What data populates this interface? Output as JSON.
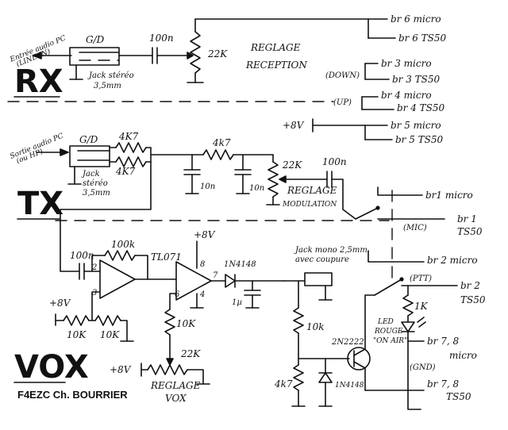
{
  "sections": {
    "rx": "RX",
    "tx": "TX",
    "vox": "VOX"
  },
  "author": "F4EZC Ch. BOURRIER",
  "rx": {
    "input_label_1": "Entrée audio PC",
    "input_label_2": "(LINE IN)",
    "gd": "G/D",
    "jack_1": "Jack stéréo",
    "jack_2": "3,5mm",
    "cap": "100n",
    "pot": "22K",
    "pot_label_1": "REGLAGE",
    "pot_label_2": "RECEPTION"
  },
  "tx": {
    "output_label_1": "Sortie audio PC",
    "output_label_2": "(ou HP)",
    "gd": "G/D",
    "r1": "4K7",
    "r2": "4K7",
    "jack_1": "Jack",
    "jack_2": "stéréo",
    "jack_3": "3,5mm",
    "r3": "4k7",
    "c1": "10n",
    "c2": "10n",
    "pot": "22K",
    "cap": "100n",
    "pot_label_1": "REGLAGE",
    "pot_label_2": "MODULATION",
    "mic": "(MIC)"
  },
  "vox": {
    "c_in": "100n",
    "r_fb": "100k",
    "opamp": "TL071",
    "v8_top": "+8V",
    "pin2": "2",
    "pin3": "3",
    "pin8": "8",
    "pin7": "7",
    "pin6": "6",
    "pin4": "4",
    "diode": "1N4148",
    "cap_1u": "1µ",
    "v8_left": "+8V",
    "r10k_a": "10K",
    "r10k_b": "10K",
    "r10k_c": "10K",
    "v8_bottom": "+8V",
    "pot": "22K",
    "pot_label_1": "REGLAGE",
    "pot_label_2": "VOX",
    "jack_mono_1": "Jack mono 2,5mm",
    "jack_mono_2": "avec coupure",
    "r_10k": "10k",
    "r_4k7": "4k7",
    "transistor": "2N2222",
    "diode2": "1N4148",
    "ptt": "(PTT)",
    "r_1k": "1K",
    "led_1": "LED",
    "led_2": "ROUGE",
    "led_3": "\"ON AIR\""
  },
  "connector": {
    "v8": "+8V",
    "down": "(DOWN)",
    "up": "(UP)",
    "gnd": "(GND)",
    "br6_micro": "br 6 micro",
    "br6_ts50": "br 6 TS50",
    "br3_micro": "br 3 micro",
    "br3_ts50": "br 3 TS50",
    "br4_micro": "br 4 micro",
    "br4_ts50": "br 4 TS50",
    "br5_micro": "br 5 micro",
    "br5_ts50": "br 5 TS50",
    "br1_micro": "br1 micro",
    "br1_ts50_a": "br 1",
    "br1_ts50_b": "TS50",
    "br2_micro": "br 2 micro",
    "br2_ts50_a": "br 2",
    "br2_ts50_b": "TS50",
    "br78_micro_a": "br 7, 8",
    "br78_micro_b": "micro",
    "br78_ts50_a": "br 7, 8",
    "br78_ts50_b": "TS50"
  }
}
